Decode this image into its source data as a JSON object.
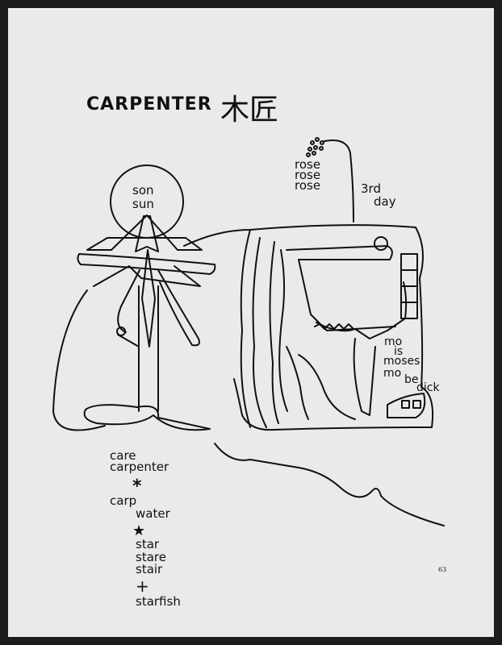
{
  "title": "CARPENTER",
  "title_kanji": "木匠",
  "sun_text": [
    "son",
    "sun"
  ],
  "rose_text": [
    "rose",
    "rose",
    "rose"
  ],
  "third_day": [
    "3rd",
    "day"
  ],
  "mo_text": [
    "mo",
    "is",
    "moses",
    "mo",
    "be",
    "dick"
  ],
  "word_list": [
    "care",
    "carpenter",
    "*",
    "carp",
    "water",
    "★",
    "star",
    "stare",
    "stair",
    "+",
    "starfish"
  ],
  "page_number": "63"
}
